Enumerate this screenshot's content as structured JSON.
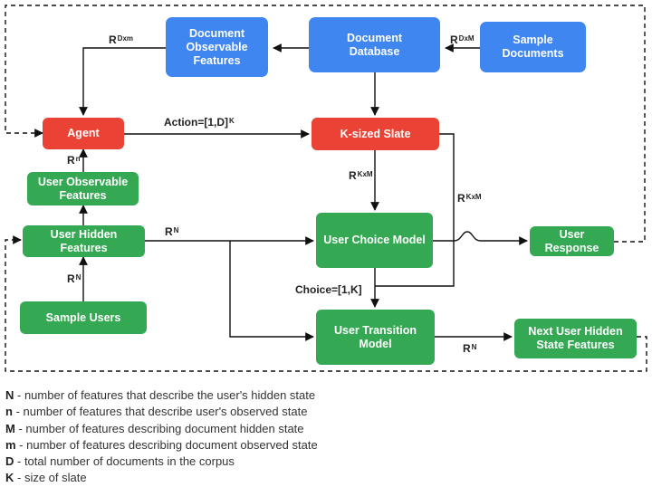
{
  "nodes": {
    "doc_obs_features": "Document\nObservable\nFeatures",
    "doc_database": "Document\nDatabase",
    "sample_documents": "Sample\nDocuments",
    "agent": "Agent",
    "k_sized_slate": "K-sized Slate",
    "user_observable_features": "User Observable\nFeatures",
    "user_hidden_features": "User Hidden\nFeatures",
    "sample_users": "Sample Users",
    "user_choice_model": "User Choice Model",
    "user_response": "User\nResponse",
    "user_transition_model": "User Transition\nModel",
    "next_user_hidden_state": "Next User Hidden\nState Features"
  },
  "edge_labels": {
    "r_dxm": {
      "base": "R",
      "sup": "Dxm"
    },
    "r_dxm_upper": {
      "base": "R",
      "sup": "DxM"
    },
    "action": {
      "base": "Action=[1,D]",
      "sup": "K"
    },
    "r_n_small": {
      "base": "R",
      "sup": "n"
    },
    "r_kxm_left": {
      "base": "R",
      "sup": "KxM"
    },
    "r_kxm_right": {
      "base": "R",
      "sup": "KxM"
    },
    "r_N_hidden": {
      "base": "R",
      "sup": "N"
    },
    "r_N_sample": {
      "base": "R",
      "sup": "N"
    },
    "choice": {
      "base": "Choice=[1,K]",
      "sup": ""
    },
    "r_N_next": {
      "base": "R",
      "sup": "N"
    }
  },
  "legend": [
    {
      "symbol": "N",
      "text": " - number of features that describe the user's hidden state"
    },
    {
      "symbol": "n",
      "text": " - number of features that describe user's observed state"
    },
    {
      "symbol": "M",
      "text": " - number of features describing document hidden state"
    },
    {
      "symbol": "m",
      "text": " - number of features describing document observed state"
    },
    {
      "symbol": "D",
      "text": " - total number of documents in the corpus"
    },
    {
      "symbol": "K",
      "text": " - size of slate"
    }
  ],
  "colors": {
    "document_nodes": "#3f86f0",
    "agent_slate_nodes": "#ea4335",
    "user_nodes": "#34a853",
    "arrows": "#111111"
  }
}
